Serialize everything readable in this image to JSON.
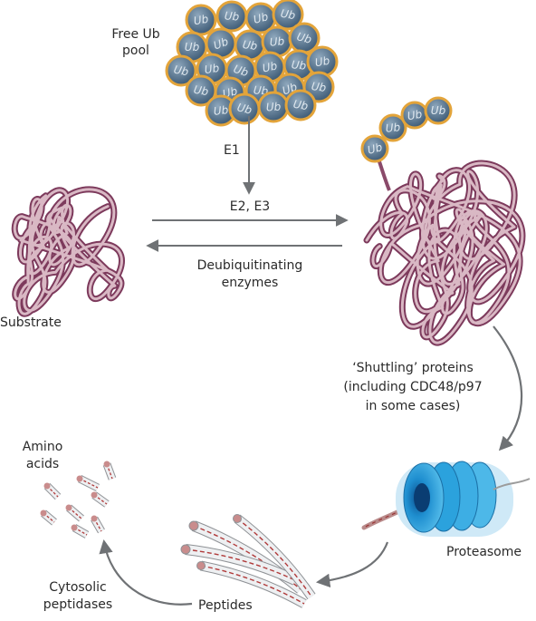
{
  "ub_pool": {
    "label_line1": "Free Ub",
    "label_line2": "pool",
    "ball_label": "Ub"
  },
  "steps": {
    "e1": "E1",
    "e2e3": "E2, E3",
    "deub_line1": "Deubiquitinating",
    "deub_line2": "enzymes"
  },
  "substrate": {
    "label": "Substrate"
  },
  "shuttle": {
    "line1": "‘Shuttling’ proteins",
    "line2": "(including CDC48/p97",
    "line3": "in some cases)"
  },
  "proteasome": {
    "label": "Proteasome"
  },
  "peptides": {
    "label": "Peptides"
  },
  "cytosolic": {
    "line1": "Cytosolic",
    "line2": "peptidases"
  },
  "amino": {
    "line1": "Amino",
    "line2": "acids"
  },
  "colors": {
    "ub_fill": "#4f6f8c",
    "ub_ring": "#e3a43a",
    "protein_outer": "#7d3a5c",
    "protein_inner": "#d9b8c4",
    "proteasome": "#2aa6dc",
    "arrow": "#6f7275",
    "peptide_stripe": "#b03a3a"
  }
}
